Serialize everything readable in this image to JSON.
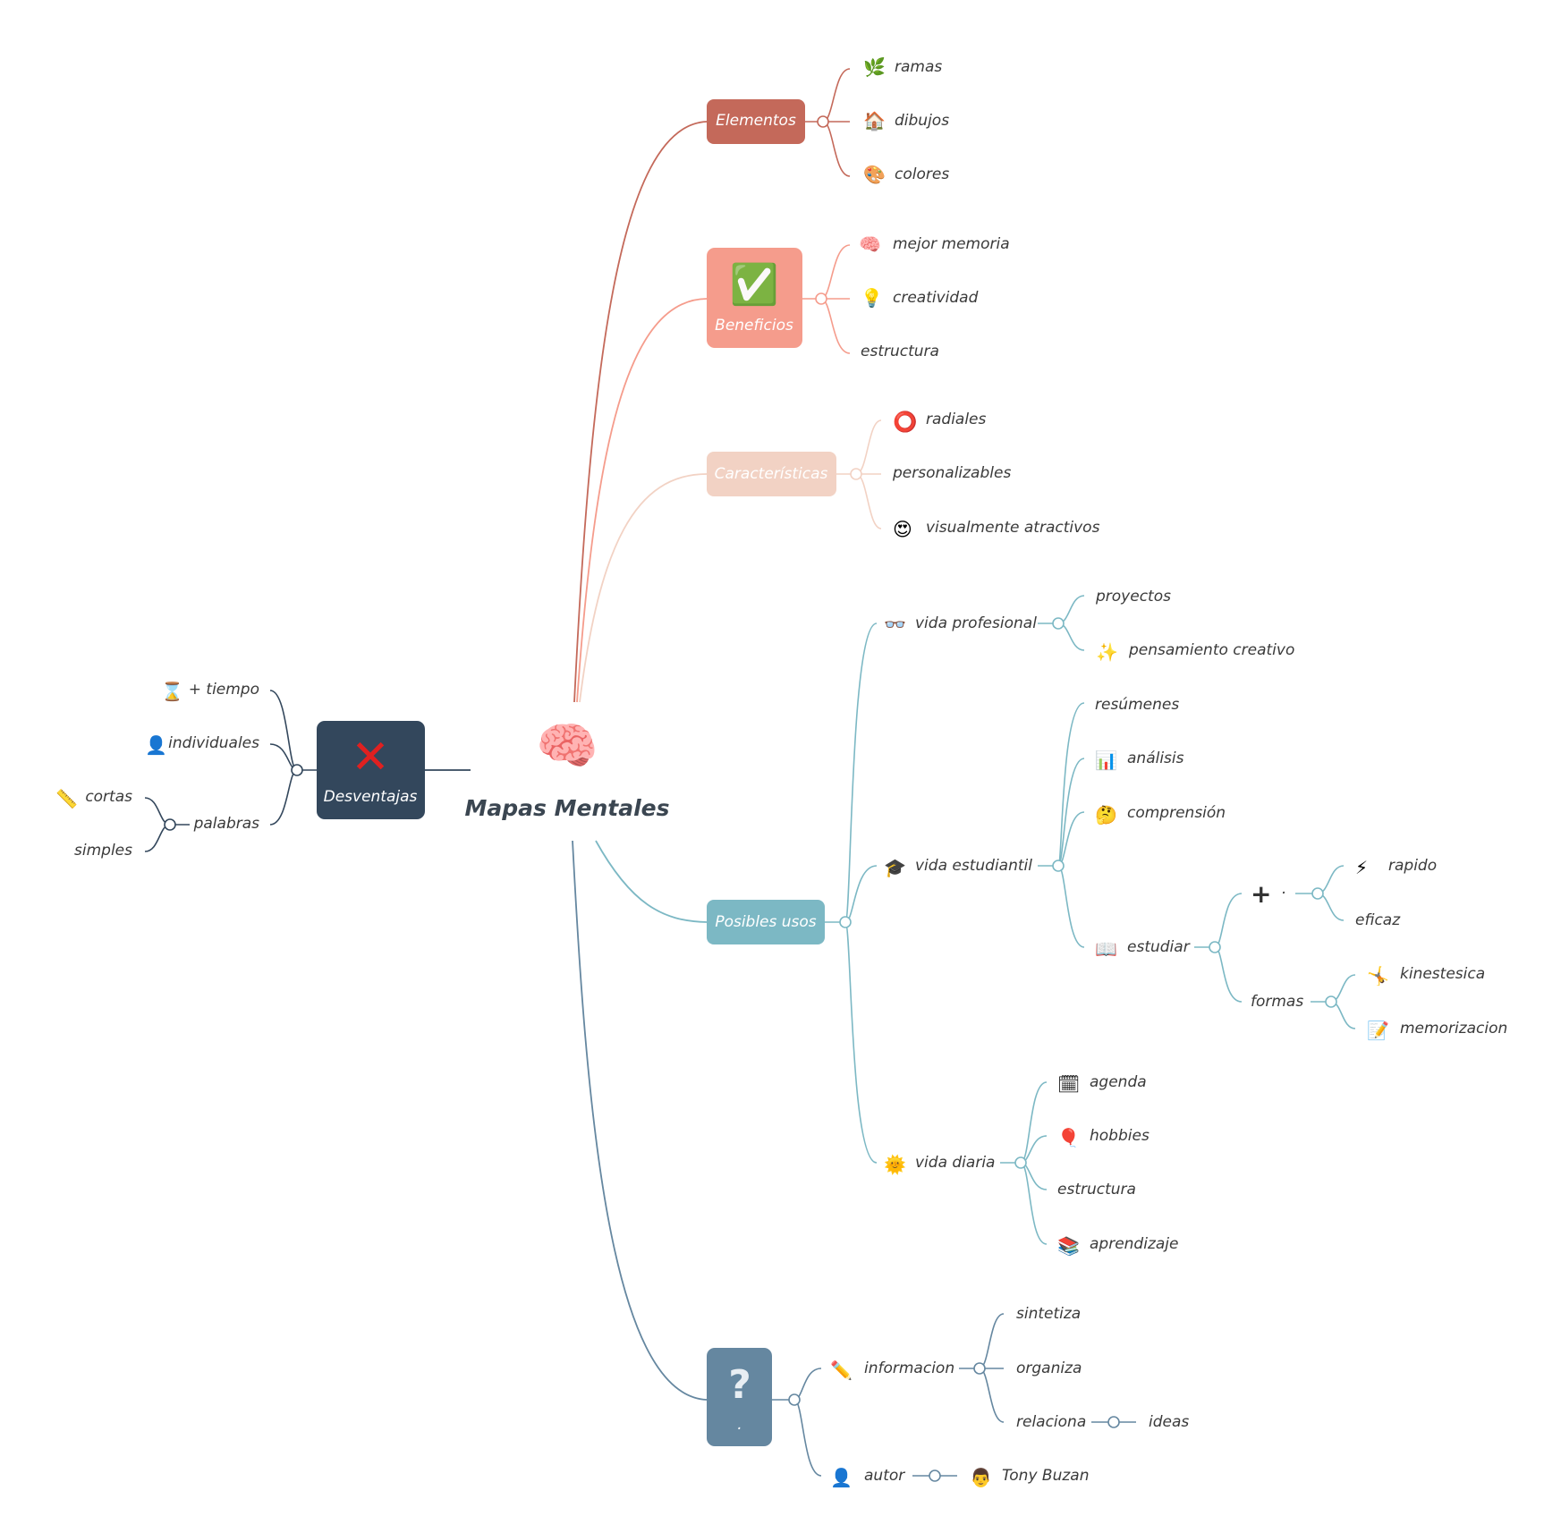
{
  "root": {
    "icon": "brain-icon",
    "title": "Mapas Mentales"
  },
  "colors": {
    "elementos": "#c4695a",
    "beneficios": "#f59c8c",
    "caracteristicas": "#f2d2c4",
    "usos": "#7cb8c4",
    "info": "#6587a0",
    "desventajas": "#33475c"
  },
  "elementos": {
    "label": "Elementos",
    "items": [
      {
        "icon": "herb-icon",
        "text": "ramas"
      },
      {
        "icon": "house-icon",
        "text": "dibujos"
      },
      {
        "icon": "palette-icon",
        "text": "colores"
      }
    ]
  },
  "beneficios": {
    "icon": "check-mark-button-icon",
    "label": "Beneficios",
    "items": [
      {
        "icon": "brain-icon",
        "text": "mejor memoria"
      },
      {
        "icon": "lightbulb-icon",
        "text": "creatividad"
      },
      {
        "icon": "",
        "text": "estructura"
      }
    ]
  },
  "caracteristicas": {
    "label": "Características",
    "items": [
      {
        "icon": "red-circle-icon",
        "text": "radiales"
      },
      {
        "icon": "",
        "text": "personalizables"
      },
      {
        "icon": "heart-eyes-icon",
        "text": "visualmente atractivos"
      }
    ]
  },
  "usos": {
    "label": "Posibles usos",
    "profesional": {
      "icon": "glasses-icon",
      "text": "vida profesional",
      "items": [
        {
          "icon": "",
          "text": "proyectos"
        },
        {
          "icon": "sparkles-icon",
          "text": "pensamiento creativo"
        }
      ]
    },
    "estudiantil": {
      "icon": "graduation-cap-icon",
      "text": "vida estudiantil",
      "items": [
        {
          "icon": "",
          "text": "resúmenes"
        },
        {
          "icon": "bar-chart-icon",
          "text": "análisis"
        },
        {
          "icon": "thinking-face-icon",
          "text": "comprensión"
        }
      ],
      "estudiar": {
        "icon": "open-book-icon",
        "text": "estudiar",
        "plus": {
          "icon": "plus-icon",
          "text": "·",
          "items": [
            {
              "icon": "lightning-icon",
              "text": "rapido"
            },
            {
              "icon": "",
              "text": "eficaz"
            }
          ]
        },
        "formas": {
          "text": "formas",
          "items": [
            {
              "icon": "cartwheel-icon",
              "text": "kinestesica"
            },
            {
              "icon": "memo-icon",
              "text": "memorizacion"
            }
          ]
        }
      }
    },
    "diaria": {
      "icon": "sun-icon",
      "text": "vida diaria",
      "items": [
        {
          "icon": "calendar-icon",
          "text": "agenda"
        },
        {
          "icon": "balloon-icon",
          "text": "hobbies"
        },
        {
          "icon": "",
          "text": "estructura"
        },
        {
          "icon": "books-icon",
          "text": "aprendizaje"
        }
      ]
    }
  },
  "info": {
    "icon": "question-mark-icon",
    "label": ".",
    "informacion": {
      "icon": "pencil-icon",
      "text": "informacion",
      "items": [
        {
          "text": "sintetiza"
        },
        {
          "text": "organiza"
        },
        {
          "text": "relaciona",
          "child": "ideas"
        }
      ]
    },
    "autor": {
      "icon": "person-silhouette-icon",
      "text": "autor",
      "child": {
        "icon": "man-icon",
        "text": "Tony Buzan"
      }
    }
  },
  "desventajas": {
    "icon": "cross-mark-icon",
    "label": "Desventajas",
    "items": [
      {
        "icon": "hourglass-icon",
        "text": "+ tiempo"
      },
      {
        "icon": "person-silhouette-icon",
        "text": "individuales"
      }
    ],
    "palabras": {
      "text": "palabras",
      "items": [
        {
          "icon": "ruler-icon",
          "text": "cortas"
        },
        {
          "icon": "",
          "text": "simples"
        }
      ]
    }
  }
}
